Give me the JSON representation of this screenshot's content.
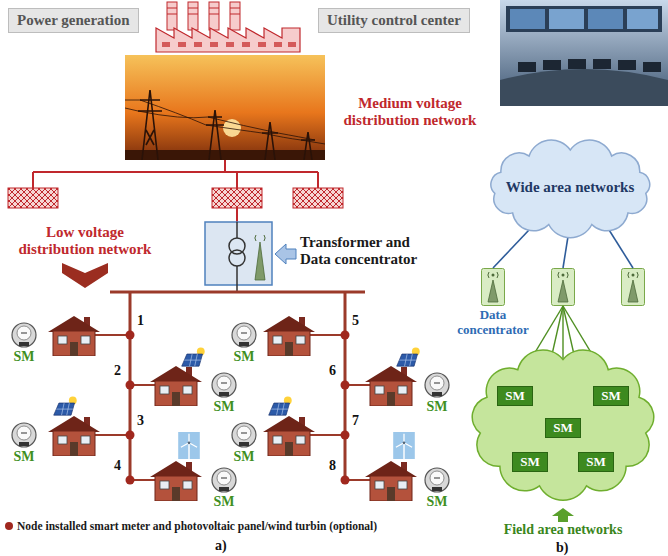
{
  "diagram": {
    "nodes": [
      {
        "text": [
          "Power generation"
        ]
      },
      {
        "text": [
          "Utility control center"
        ]
      },
      {
        "text": [
          "Wide area networks"
        ]
      },
      {
        "text": [
          "Field area networks"
        ]
      },
      {
        "text": [
          "SM"
        ],
        "in": 3
      },
      {
        "text": [
          "SM"
        ],
        "in": 3
      },
      {
        "text": [
          "SM"
        ],
        "in": 3
      },
      {
        "text": [
          "SM"
        ],
        "in": 3
      },
      {
        "text": [
          "SM"
        ],
        "in": 3
      }
    ],
    "labels": [
      "Medium voltage distribution network",
      "Low voltage distribution network",
      "Transformer and Data concentrator",
      "1",
      "2",
      "3",
      "4",
      "5",
      "6",
      "7",
      "8",
      "SM",
      "SM",
      "SM",
      "SM",
      "SM",
      "SM",
      "SM",
      "SM",
      "a)",
      "Data concentrator",
      "b)"
    ],
    "legend": [
      {
        "text": "Node installed smart meter and photovoltaic panel/wind turbin (optional)",
        "color": "#a0281e"
      }
    ]
  }
}
